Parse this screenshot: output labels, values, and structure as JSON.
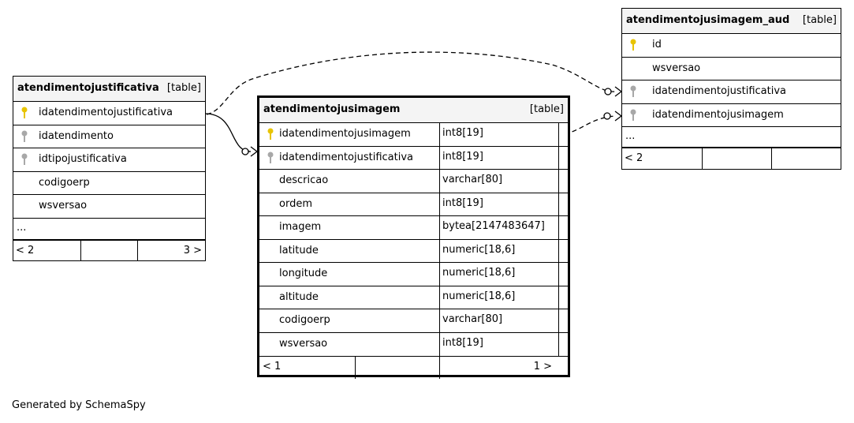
{
  "tables": {
    "justificativa": {
      "name": "atendimentojustificativa",
      "tag": "[table]",
      "columns": [
        {
          "name": "idatendimentojustificativa",
          "key": "primary"
        },
        {
          "name": "idatendimento",
          "key": "foreign"
        },
        {
          "name": "idtipojustificativa",
          "key": "foreign"
        },
        {
          "name": "codigoerp",
          "key": "none"
        },
        {
          "name": "wsversao",
          "key": "none"
        }
      ],
      "ellipsis": "...",
      "footer": {
        "left": "< 2",
        "right": "3 >"
      }
    },
    "imagem": {
      "name": "atendimentojusimagem",
      "tag": "[table]",
      "columns": [
        {
          "name": "idatendimentojusimagem",
          "type": "int8[19]",
          "key": "primary"
        },
        {
          "name": "idatendimentojustificativa",
          "type": "int8[19]",
          "key": "foreign"
        },
        {
          "name": "descricao",
          "type": "varchar[80]",
          "key": "none"
        },
        {
          "name": "ordem",
          "type": "int8[19]",
          "key": "none"
        },
        {
          "name": "imagem",
          "type": "bytea[2147483647]",
          "key": "none"
        },
        {
          "name": "latitude",
          "type": "numeric[18,6]",
          "key": "none"
        },
        {
          "name": "longitude",
          "type": "numeric[18,6]",
          "key": "none"
        },
        {
          "name": "altitude",
          "type": "numeric[18,6]",
          "key": "none"
        },
        {
          "name": "codigoerp",
          "type": "varchar[80]",
          "key": "none"
        },
        {
          "name": "wsversao",
          "type": "int8[19]",
          "key": "none"
        }
      ],
      "footer": {
        "left": "< 1",
        "right": "1 >"
      }
    },
    "aud": {
      "name": "atendimentojusimagem_aud",
      "tag": "[table]",
      "columns": [
        {
          "name": "id",
          "key": "primary"
        },
        {
          "name": "wsversao",
          "key": "none"
        },
        {
          "name": "idatendimentojustificativa",
          "key": "foreign"
        },
        {
          "name": "idatendimentojusimagem",
          "key": "foreign"
        }
      ],
      "ellipsis": "...",
      "footer": {
        "left": "< 2",
        "right": ""
      }
    }
  },
  "colors": {
    "primary_key": "#e8c400",
    "foreign_key": "#a8a8a8",
    "header_bg": "#f4f4f4"
  },
  "credit": "Generated by SchemaSpy"
}
